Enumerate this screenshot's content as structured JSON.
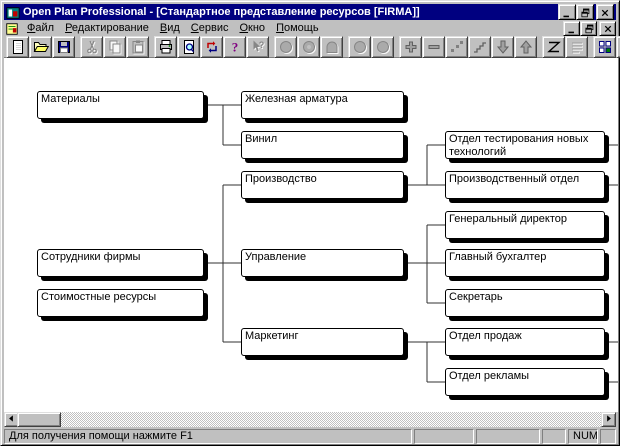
{
  "window": {
    "title": "Open Plan Professional - [Стандартное представление ресурсов [FIRMA]]",
    "app_icon": "app",
    "controls": [
      "win-minimize",
      "win-restore",
      "win-close"
    ]
  },
  "menu": {
    "document_icon": "document",
    "items": [
      {
        "name": "file",
        "label": "Файл"
      },
      {
        "name": "edit",
        "label": "Редактирование"
      },
      {
        "name": "view",
        "label": "Вид"
      },
      {
        "name": "service",
        "label": "Сервис"
      },
      {
        "name": "window",
        "label": "Окно"
      },
      {
        "name": "help",
        "label": "Помощь"
      }
    ],
    "controls": [
      "win-minimize",
      "win-restore",
      "win-close"
    ]
  },
  "toolbar": {
    "buttons": [
      {
        "icon": "new-document",
        "group": 1,
        "enabled": true
      },
      {
        "icon": "open-folder",
        "group": 1,
        "enabled": true
      },
      {
        "icon": "save",
        "group": 1,
        "enabled": true
      },
      {
        "icon": "cut",
        "group": 2,
        "enabled": false
      },
      {
        "icon": "copy",
        "group": 2,
        "enabled": false
      },
      {
        "icon": "paste",
        "group": 2,
        "enabled": false
      },
      {
        "icon": "print",
        "group": 3,
        "enabled": true
      },
      {
        "icon": "print-preview",
        "group": 3,
        "enabled": true
      },
      {
        "icon": "update-arrows",
        "group": 3,
        "enabled": true
      },
      {
        "icon": "help",
        "group": 3,
        "enabled": true
      },
      {
        "icon": "context-help",
        "group": 3,
        "enabled": false
      },
      {
        "icon": "shape-circle",
        "group": 4,
        "enabled": false
      },
      {
        "icon": "shape-circle-detail",
        "group": 4,
        "enabled": false
      },
      {
        "icon": "shape-arch",
        "group": 4,
        "enabled": false
      },
      {
        "icon": "shape-circle-a",
        "group": 5,
        "enabled": false
      },
      {
        "icon": "shape-circle-b",
        "group": 5,
        "enabled": false
      },
      {
        "icon": "plus",
        "group": 6,
        "enabled": true
      },
      {
        "icon": "minus",
        "group": 6,
        "enabled": true
      },
      {
        "icon": "scatter-dots",
        "group": 6,
        "enabled": true
      },
      {
        "icon": "steps",
        "group": 6,
        "enabled": true
      },
      {
        "icon": "arrow-down",
        "group": 6,
        "enabled": true
      },
      {
        "icon": "arrow-up",
        "group": 6,
        "enabled": true
      },
      {
        "icon": "zigzag",
        "group": 7,
        "enabled": true
      },
      {
        "icon": "text-lines",
        "group": 7,
        "enabled": false
      },
      {
        "icon": "tile-windows",
        "group": 8,
        "enabled": true
      },
      {
        "icon": "cascade-windows",
        "group": 8,
        "enabled": true
      }
    ]
  },
  "diagram": {
    "boxes": [
      {
        "id": "materialy",
        "label": "Материалы",
        "col": 0,
        "row": 0
      },
      {
        "id": "sotrudniki-firmy",
        "label": "Сотрудники фирмы",
        "col": 0,
        "row": 4
      },
      {
        "id": "stoimostnye-resursy",
        "label": "Стоимостные ресурсы",
        "col": 0,
        "row": 5
      },
      {
        "id": "zheleznaya-armatura",
        "label": "Железная арматура",
        "col": 1,
        "row": 0
      },
      {
        "id": "vinil",
        "label": "Винил",
        "col": 1,
        "row": 1
      },
      {
        "id": "proizvodstvo",
        "label": "Производство",
        "col": 1,
        "row": 2
      },
      {
        "id": "upravlenie",
        "label": "Управление",
        "col": 1,
        "row": 4
      },
      {
        "id": "marketing",
        "label": "Маркетинг",
        "col": 1,
        "row": 6
      },
      {
        "id": "otdel-testirovaniya",
        "label": "Отдел тестирования новых технологий",
        "col": 2,
        "row": 1
      },
      {
        "id": "proizvodstvennyj-otdel",
        "label": "Производственный отдел",
        "col": 2,
        "row": 2
      },
      {
        "id": "generalnyj-direktor",
        "label": "Генеральный директор",
        "col": 2,
        "row": 3
      },
      {
        "id": "glavnyj-buhgalter",
        "label": "Главный бухгалтер",
        "col": 2,
        "row": 4
      },
      {
        "id": "sekretar",
        "label": "Секретарь",
        "col": 2,
        "row": 5
      },
      {
        "id": "otdel-prodazh",
        "label": "Отдел продаж",
        "col": 2,
        "row": 6
      },
      {
        "id": "otdel-reklamy",
        "label": "Отдел рекламы",
        "col": 2,
        "row": 7
      }
    ],
    "edges": [
      {
        "parent": "materialy",
        "children": [
          "zheleznaya-armatura",
          "vinil"
        ]
      },
      {
        "parent": "sotrudniki-firmy",
        "children": [
          "proizvodstvo",
          "upravlenie",
          "marketing"
        ]
      },
      {
        "parent": "proizvodstvo",
        "children": [
          "otdel-testirovaniya",
          "proizvodstvennyj-otdel"
        ]
      },
      {
        "parent": "upravlenie",
        "children": [
          "generalnyj-direktor",
          "glavnyj-buhgalter",
          "sekretar"
        ]
      },
      {
        "parent": "marketing",
        "children": [
          "otdel-prodazh",
          "otdel-reklamy"
        ]
      }
    ],
    "offscreen_right": [
      "otdel-testirovaniya",
      "proizvodstvennyj-otdel",
      "otdel-prodazh",
      "otdel-reklamy"
    ],
    "line_color": "#303030"
  },
  "scrollbar": {
    "left_icon": "scroll-left",
    "right_icon": "scroll-right"
  },
  "statusbar": {
    "help_text": "Для получения помощи нажмите F1",
    "num_indicator": "NUM"
  },
  "colors": {
    "titlebar": "#000080",
    "chrome": "#c0c0c0",
    "client": "#ffffff"
  }
}
